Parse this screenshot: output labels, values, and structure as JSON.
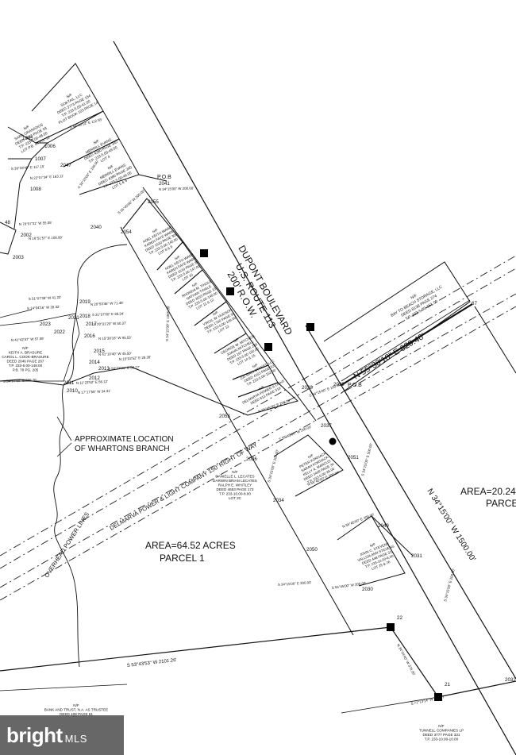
{
  "road": {
    "name1": "DUPONT BOULEVARD",
    "name2": "U.S. ROUTE 113",
    "row": "200' R.O.W."
  },
  "powerline": {
    "row_label": "DELMARVA POWER & LIGHT COMPANY 150' RIGHT OF WAY",
    "overhead": "OVERHEAD POWER LINES"
  },
  "parcels": {
    "parcel1_area": "AREA=64.52 ACRES",
    "parcel1_name": "PARCEL 1",
    "parcel2_area": "AREA=20.24 A",
    "parcel2_name": "PARCE"
  },
  "branch": {
    "line1": "APPROXIMATE LOCATION",
    "line2": "OF WHARTONS BRANCH"
  },
  "bearings": {
    "main_bearing": "N 55°30'10\" E 629.40'",
    "road_bearing": "N 34°15'00\" W 1500.00'",
    "south_line": "S 53°43'53\" W 2101.26'",
    "pob1": "P.O.B",
    "pob2": "P.O.B"
  },
  "owners": {
    "soktail": [
      "N/F",
      "SOKTAIL, LLC",
      "DEED 3773 PAGE 154",
      "T.P. 233-5.00-41.00",
      "PLOT BOOK 103 PAGE 14"
    ],
    "evans": [
      "N/F",
      "MERRILL EVANS",
      "DEED 4380 PAGE 340",
      "T.P. 233-5.00-46.00",
      "LOT 4"
    ],
    "evans2": [
      "N/F",
      "MERRILL EVANS",
      "DEED 4380 PAGE 340",
      "T.P. 233-5.00-46.00",
      "LOT 5 & 6"
    ],
    "granados": [
      "N/F",
      "SARA GRANADOS",
      "DEED 4583 PAGE 93",
      "T.P. 233-5.00-48.00",
      "LOT P.B. 44 PG. 12"
    ],
    "ware": [
      "N/F",
      "NOEL KEITH WARE",
      "KAREN FAYE WARE",
      "DEED 1510 PAGE 305",
      "T.P. 233-5.00-145.00",
      "LOT 8 & 9"
    ],
    "ware2": [
      "N/F",
      "NOEL KEITH WARE",
      "KAREN FAYE WARE",
      "DEED 1510 PAGE 87",
      "T.P. 233-5.00-147.00",
      "LOT 10"
    ],
    "tingle": [
      "N/F",
      "RHONDA M. TINGLE",
      "NATHAN TINGLE",
      "DEED 3553 PAGE 15",
      "T.P. 233-5.00-148.00",
      "LOT 11 & 12"
    ],
    "hudson": [
      "N/F",
      "VIRGIL W. HUDSON",
      "DEED 1700 PAGE 93",
      "T.P. 233-5.00-149.00",
      "LOT 13"
    ],
    "mitchell": [
      "N/F",
      "GEORGE W. MITCHELL",
      "JOANN MITCHELL",
      "DEED 197 PAGE 289",
      "T.P. 233-5.00-150.00",
      "LOT 14 & 15"
    ],
    "mainstreet": [
      "N/F",
      "235 MAIN STREET, LLC",
      "DEED 4153 PAGE 53",
      "T.P. 233-5.00-152.00"
    ],
    "delmarva": [
      "N/F",
      "DELMARVA POWER & LIGHT",
      "DEED 813 PAGE 319"
    ],
    "baytobeach": [
      "N/F",
      "BAY TO BEACH STORAGE, LLC",
      "DEED 8138 PAGE 274",
      "T.P. 233-5.00-151.00"
    ],
    "brasure": [
      "N/F",
      "KEITH A. BRASURE",
      "CAROL L. COOK-BRASURE",
      "DEED 2046 PAGE 267",
      "T.P. 233-5.00-148.00",
      "P.B. 78 PG. 205"
    ],
    "kornack": [
      "N/F",
      "PETER KORNACK",
      "SARAH KORNACK",
      "KELLY A. MARCUS",
      "DEED 3408 PAGE 34",
      "T.P. 233-5.00-26.00"
    ],
    "lecates": [
      "N/F",
      "DANIELLE L. LECATES",
      "DARWIN BRIAN LECATES",
      "RALPH E. WHITLEY",
      "DEED 4653 PAGE 173",
      "T.P. 233-10.00-8.00",
      "LOT 2C"
    ],
    "stevens": [
      "N/F",
      "JOHN C. STEVENS",
      "VALLISA ANN STEVENS",
      "DEED 448 PAGE 311",
      "T.P. 233-10.00-6.00",
      "LOT 25 & 26"
    ],
    "bank": [
      "N/F",
      "BANK AND TRUST, N.A. AS TRUSTEE",
      "DEED 408 PAGE 81"
    ],
    "tunnell": [
      "N/F",
      "TUNNELL COMPANIES LP",
      "DEED 3777 PAGE 331",
      "T.P. 233-10.00-10.00"
    ]
  },
  "calls": {
    "c1": "S 44°40'14\" E 112.55'",
    "c2": "N 22°07'34\" E 163.11'",
    "c3": "S 39°33'40\" E 117.15'",
    "c4": "N 70°07'31\" W 55.05'",
    "c5": "N 18°51'57\" E 100.00'",
    "c6": "N 34°15'00\" W 200.00'",
    "c7": "S 55°45'00\" W 200.00'",
    "c8": "S 34°15'00\" E 100.00'",
    "c9": "S 34°15'00\" E 1085.00'",
    "c10": "S 51°07'38\" W 41.22'",
    "c11": "S 14°04'16\" W 39.42'",
    "c12": "N 20°53'46\" W 71.48'",
    "c13": "S 31°37'00\" E 36.34'",
    "c14": "S 20°31'20\" W 50.37'",
    "c15": "N 41°42'47\" W 57.08'",
    "c16": "N 15°38'18\" W 95.53'",
    "c17": "N 41°10'40\" W 45.50'",
    "c18": "N 15°02'52\" E 29.39'",
    "c19": "S 58°23'31\" E 88.77'",
    "c20": "N 11°23'52\" E 56.12'",
    "c21": "N 17°17'55\" W 34.31'",
    "c22": "S 54°57'50\" E 389.76'",
    "c23": "N 55°45'00\" E 200.00'",
    "c24": "S 55°45'00\" W 200.00'",
    "c25": "S 34°15'00\" E 200.00'",
    "c26": "N 55°45'00\" E 200.00'",
    "c27": "S 55°45'00\" W 200.00'",
    "c28": "S 34°15'00\" E 200.00'",
    "c29": "N 34°04'45\" W 376.06'",
    "c30": "S 71°13'14\" W 268.77'",
    "c31": "S 34°15'00\" E 500.00'",
    "c32": "N 55°45'00\" E 200.00'",
    "c33": "S 34°15'00\" E 200.00'",
    "c34": "S 34°15'00\" E 100.00'"
  },
  "points": {
    "p1005": "1005",
    "p1006": "1006",
    "p1007": "1007",
    "p1008": "1008",
    "p2047": "2047",
    "p2041": "2041",
    "p2055": "2055",
    "p2040": "2040",
    "p2054": "2054",
    "p2002": "2002",
    "p2003": "2003",
    "p48": "48",
    "p2019": "2019",
    "p2018": "2018",
    "p2017": "2017",
    "p2021": "2021",
    "p2023": "2023",
    "p2022": "2022",
    "p2016": "2016",
    "p2015": "2015",
    "p2014": "2014",
    "p2013": "2013",
    "p2012": "2012",
    "p2011": "2011",
    "p2010": "2010",
    "p2053": "2053",
    "p2038": "2038",
    "p2039": "2039",
    "p2037": "2037",
    "p2036": "2036",
    "p2051": "2051",
    "p2034": "2034",
    "p2049": "2049",
    "p2050": "2050",
    "p2031": "2031",
    "p2030": "2030",
    "p22": "22",
    "p21": "21",
    "p2032": "2032",
    "p67": "67"
  },
  "watermark": {
    "brand": "bright",
    "suffix": "MLS"
  }
}
